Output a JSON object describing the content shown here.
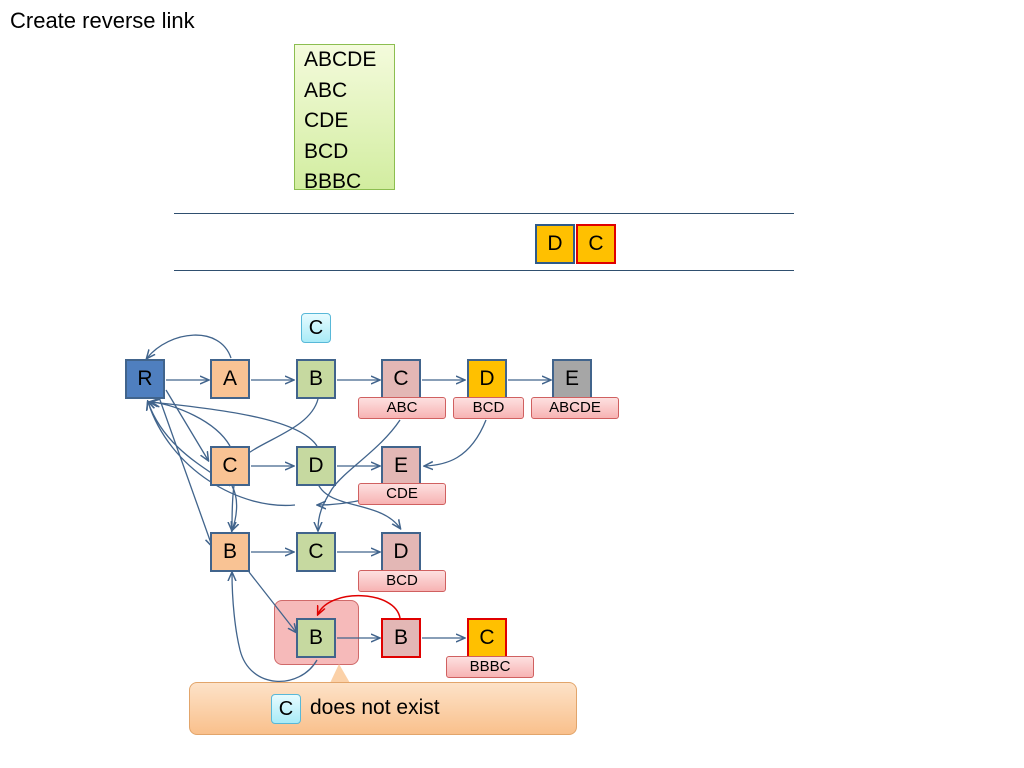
{
  "title": "Create reverse link",
  "word_list": [
    "ABCDE",
    "ABC",
    "CDE",
    "BCD",
    "BBBC"
  ],
  "queue": [
    "D",
    "C"
  ],
  "search_char": "C",
  "nodes": {
    "r": "R",
    "a": "A",
    "b1": "B",
    "c1": "C",
    "d1": "D",
    "e1": "E",
    "c2": "C",
    "d2": "D",
    "e2": "E",
    "b3": "B",
    "c3": "C",
    "d3": "D",
    "b4": "B",
    "b5": "B",
    "c5": "C"
  },
  "labels": {
    "c1": "ABC",
    "d1": "BCD",
    "e1": "ABCDE",
    "e2": "CDE",
    "d3": "BCD",
    "c5": "BBBC"
  },
  "callout": {
    "chip": "C",
    "text": "does not exist"
  },
  "colors": {
    "root": "#4f7fbf",
    "orange": "#f9c394",
    "green": "#c6d9a0",
    "pink": "#e3b7b5",
    "gold": "#ffc000",
    "gray": "#a6a6a6",
    "edge": "#41648c",
    "highlight": "#e00000"
  }
}
